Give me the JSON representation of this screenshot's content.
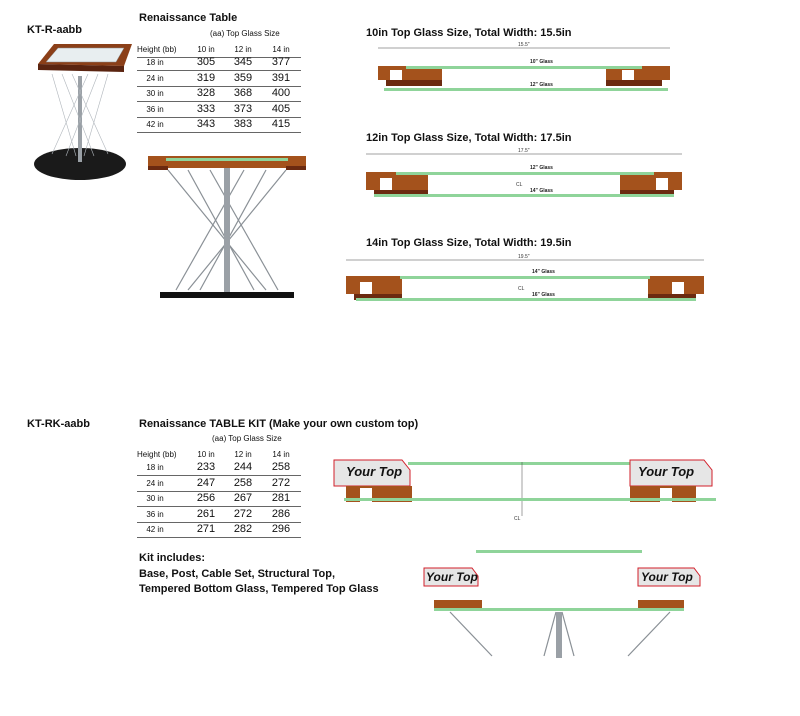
{
  "section1": {
    "sku": "KT-R-aabb",
    "title": "Renaissance Table",
    "subtitle": "(aa) Top Glass Size",
    "height_header": "Height (bb)",
    "columns": [
      "10 in",
      "12 in",
      "14 in"
    ],
    "rows": [
      {
        "label": "18 in",
        "values": [
          "305",
          "345",
          "377"
        ]
      },
      {
        "label": "24 in",
        "values": [
          "319",
          "359",
          "391"
        ]
      },
      {
        "label": "30 in",
        "values": [
          "328",
          "368",
          "400"
        ]
      },
      {
        "label": "36 in",
        "values": [
          "333",
          "373",
          "405"
        ]
      },
      {
        "label": "42 in",
        "values": [
          "343",
          "383",
          "415"
        ]
      }
    ]
  },
  "section2": {
    "sku": "KT-RK-aabb",
    "title": "Renaissance TABLE KIT (Make your own custom top)",
    "subtitle": "(aa) Top Glass Size",
    "height_header": "Height (bb)",
    "columns": [
      "10 in",
      "12 in",
      "14 in"
    ],
    "rows": [
      {
        "label": "18 in",
        "values": [
          "233",
          "244",
          "258"
        ]
      },
      {
        "label": "24 in",
        "values": [
          "247",
          "258",
          "272"
        ]
      },
      {
        "label": "30 in",
        "values": [
          "256",
          "267",
          "281"
        ]
      },
      {
        "label": "36 in",
        "values": [
          "261",
          "272",
          "286"
        ]
      },
      {
        "label": "42 in",
        "values": [
          "271",
          "282",
          "296"
        ]
      }
    ],
    "kit_heading": "Kit includes:",
    "kit_lines": [
      "Base, Post, Cable Set, Structural Top,",
      "Tempered Bottom Glass, Tempered Top Glass"
    ]
  },
  "diagrams": {
    "d10": {
      "title": "10in Top Glass Size, Total Width: 15.5in",
      "total": "15.5\"",
      "top_glass": "10\" Glass",
      "bottom_glass": "12\" Glass"
    },
    "d12": {
      "title": "12in Top Glass Size, Total Width: 17.5in",
      "total": "17.5\"",
      "top_glass": "12\" Glass",
      "bottom_glass": "14\" Glass"
    },
    "d14": {
      "title": "14in Top Glass Size, Total Width: 19.5in",
      "total": "19.5\"",
      "top_glass": "14\" Glass",
      "bottom_glass": "16\" Glass"
    },
    "your_top": "Your Top",
    "centerline": "CL"
  },
  "colors": {
    "wood": "#a4521c",
    "wood_dark": "#6b2a10",
    "glass": "#8fd49a",
    "steel": "#9aa0a6",
    "base": "#1a1a1a",
    "top_box": "#d21f2a"
  }
}
